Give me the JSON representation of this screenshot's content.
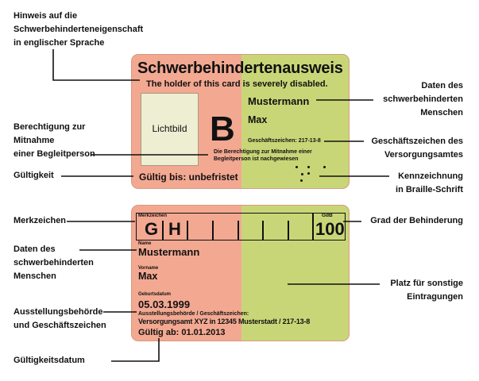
{
  "callouts": {
    "hinweis": [
      "Hinweis auf die",
      "Schwerbehinderteneigenschaft",
      "in englischer Sprache"
    ],
    "berechtigung": [
      "Berechtigung zur",
      "Mitnahme",
      "einer Begleitperson"
    ],
    "gueltigkeit": "Gültigkeit",
    "daten_front": [
      "Daten des",
      "schwerbehinderten",
      "Menschen"
    ],
    "geschaeftszeichen": [
      "Geschäftszeichen des",
      "Versorgungsamtes"
    ],
    "braille": [
      "Kennzeichnung",
      "in Braille-Schrift"
    ],
    "merkzeichen": "Merkzeichen",
    "grad": "Grad der Behinderung",
    "daten_back": [
      "Daten des",
      "schwerbehinderten",
      "Menschen"
    ],
    "platz": [
      "Platz für sonstige",
      "Eintragungen"
    ],
    "ausstellung": [
      "Ausstellungsbehörde",
      "und Geschäftszeichen"
    ],
    "gueltigkeitsdatum": "Gültigkeitsdatum"
  },
  "front": {
    "title": "Schwerbehindertenausweis",
    "subtitle": "The holder of this card is severely disabled.",
    "photo": "Lichtbild",
    "mark": "B",
    "surname": "Mustermann",
    "firstname": "Max",
    "file_no": "Geschäftszeichen: 217-13-8",
    "escort": [
      "Die Berechtigung zur Mitnahme einer",
      "Begleitperson ist nachgewiesen"
    ],
    "valid": "Gültig bis: unbefristet"
  },
  "back": {
    "merk_label": "Merkzeichen",
    "merk": [
      "G",
      "H"
    ],
    "gdb_label": "GdB",
    "gdb": "100",
    "name_label": "Name",
    "name": "Mustermann",
    "vorname_label": "Vorname",
    "vorname": "Max",
    "geb_label": "Geburtsdatum",
    "geb": "05.03.1999",
    "auss_label": "Ausstellungsbehörde / Geschäftszeichen:",
    "auss": "Versorgungsamt XYZ in 12345 Musterstadt / 217-13-8",
    "valid_from": "Gültig ab: 01.01.2013"
  },
  "colors": {
    "left": "#f3a891",
    "right": "#c9d677",
    "photo": "#eeeed2"
  }
}
